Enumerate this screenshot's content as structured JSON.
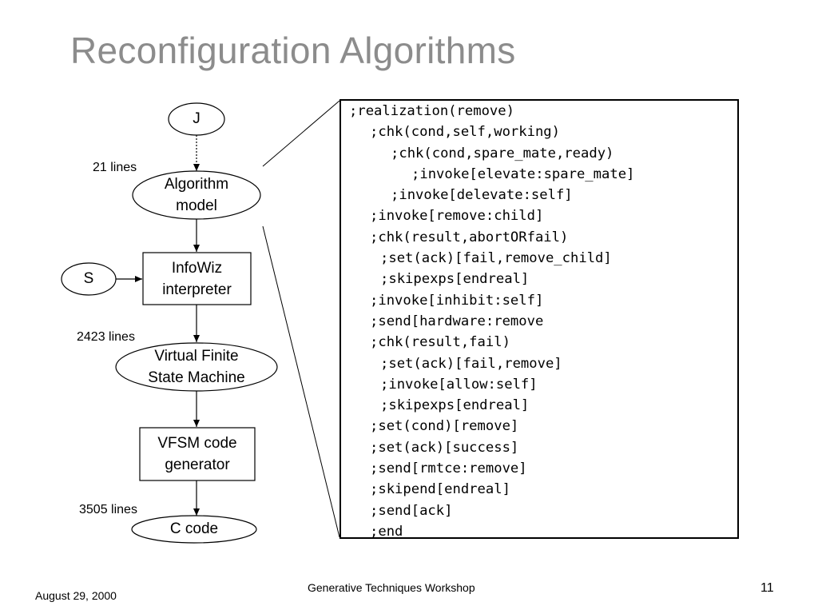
{
  "slide": {
    "title": "Reconfiguration Algorithms",
    "page_number": "11"
  },
  "diagram": {
    "nodes": {
      "j": "J",
      "algorithm_model": [
        "Algorithm",
        "model"
      ],
      "s": "S",
      "infowiz": [
        "InfoWiz",
        "interpreter"
      ],
      "vfsm": [
        "Virtual Finite",
        "State Machine"
      ],
      "codegen": [
        "VFSM code",
        "generator"
      ],
      "c_code": "C code"
    },
    "line_counts": {
      "algorithm_model": "21 lines",
      "vfsm": "2423 lines",
      "c_code": "3505 lines"
    }
  },
  "code": [
    {
      "indent": 0,
      "text": ";realization(remove)"
    },
    {
      "indent": 1,
      "text": ";chk(cond,self,working)"
    },
    {
      "indent": 2,
      "text": ";chk(cond,spare_mate,ready)"
    },
    {
      "indent": 3,
      "text": ";invoke[elevate:spare_mate]"
    },
    {
      "indent": 2,
      "text": ";invoke[delevate:self]"
    },
    {
      "indent": 1,
      "text": ";invoke[remove:child]"
    },
    {
      "indent": 1,
      "text": ";chk(result,abortORfail)"
    },
    {
      "indent": 1.5,
      "text": ";set(ack)[fail,remove_child]"
    },
    {
      "indent": 1.5,
      "text": ";skipexps[endreal]"
    },
    {
      "indent": 1,
      "text": ";invoke[inhibit:self]"
    },
    {
      "indent": 1,
      "text": ";send[hardware:remove"
    },
    {
      "indent": 1,
      "text": ";chk(result,fail)"
    },
    {
      "indent": 1.5,
      "text": ";set(ack)[fail,remove]"
    },
    {
      "indent": 1.5,
      "text": ";invoke[allow:self]"
    },
    {
      "indent": 1.5,
      "text": ";skipexps[endreal]"
    },
    {
      "indent": 1,
      "text": ";set(cond)[remove]"
    },
    {
      "indent": 1,
      "text": ";set(ack)[success]"
    },
    {
      "indent": 1,
      "text": ";send[rmtce:remove]"
    },
    {
      "indent": 1,
      "text": ";skipend[endreal]"
    },
    {
      "indent": 1,
      "text": ";send[ack]"
    },
    {
      "indent": 1,
      "text": ";end"
    }
  ],
  "footer": {
    "date": "August 29, 2000",
    "center": "Generative Techniques Workshop"
  }
}
